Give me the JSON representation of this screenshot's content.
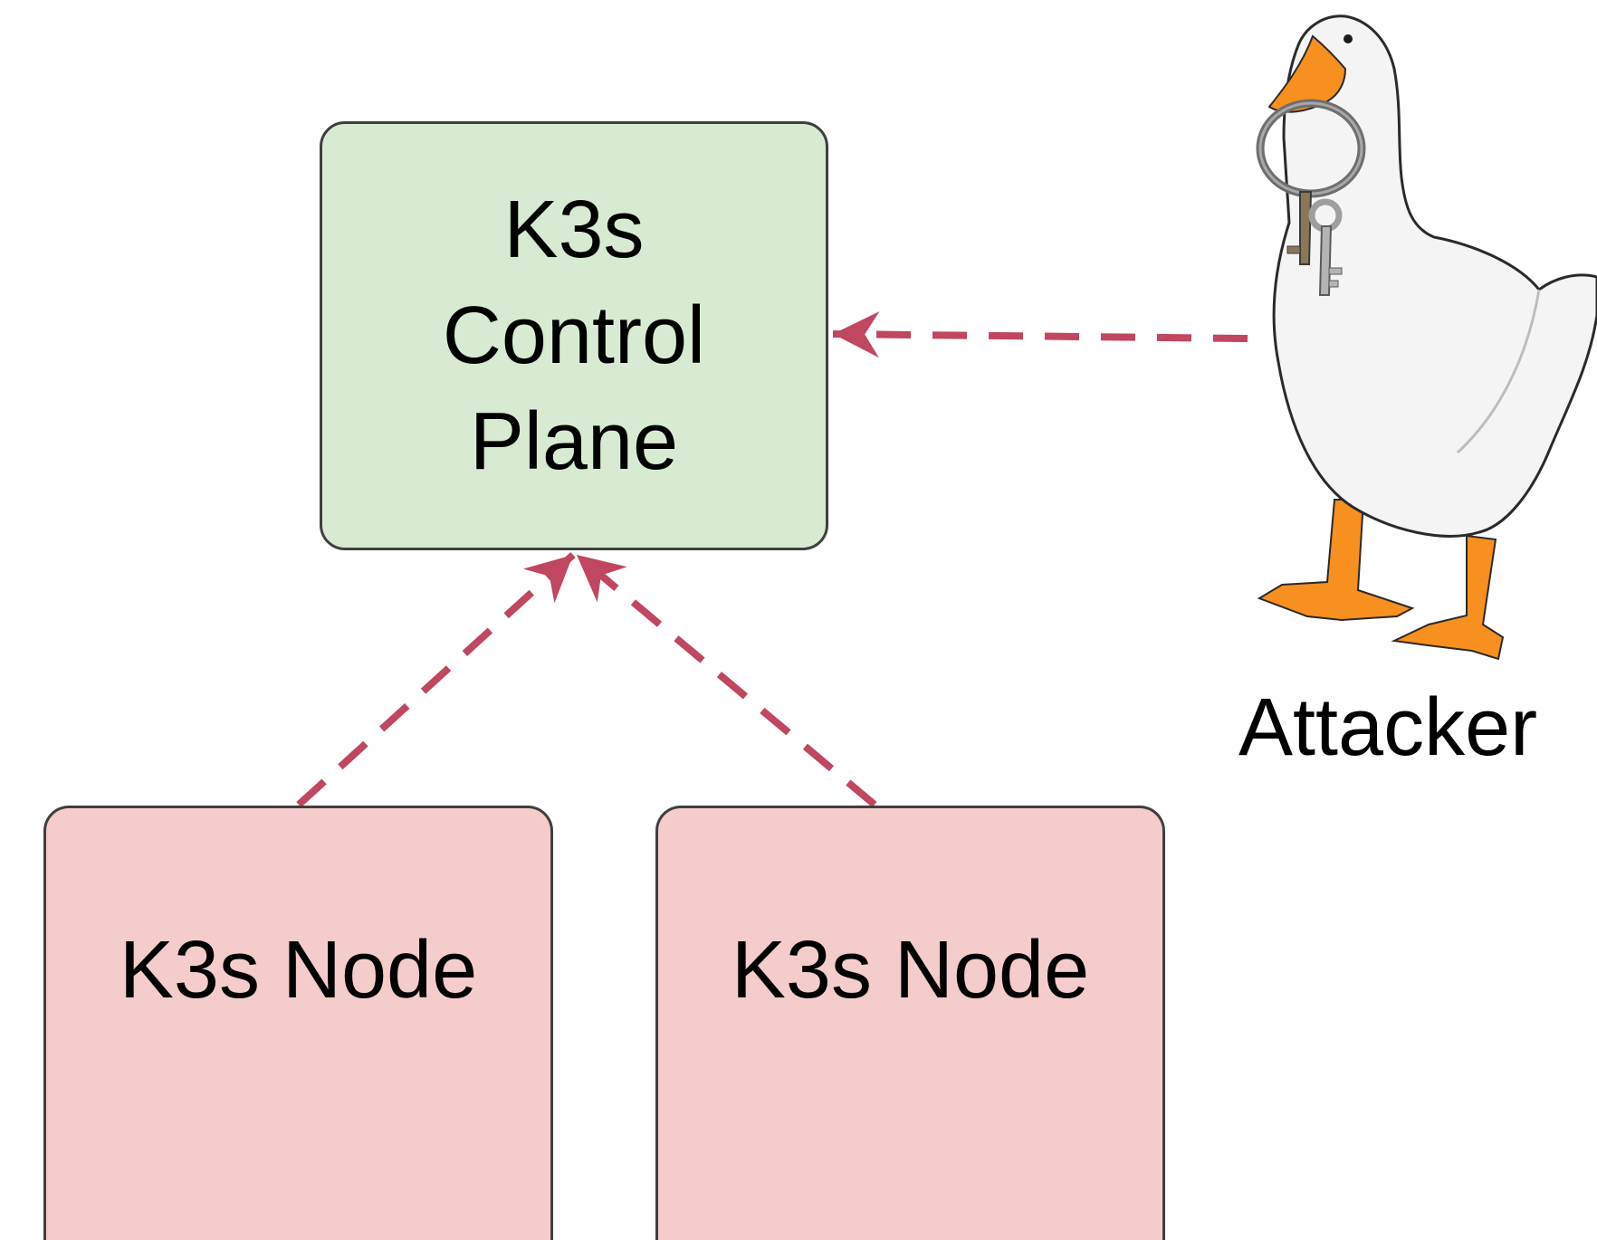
{
  "diagram": {
    "control_plane": {
      "label": "K3s\nControl\nPlane",
      "fill": "#d9ead3"
    },
    "nodes": [
      {
        "label": "K3s Node",
        "fill": "#f4cccc"
      },
      {
        "label": "K3s Node",
        "fill": "#f4cccc"
      }
    ],
    "attacker": {
      "label": "Attacker",
      "icon": "goose-with-keys-icon"
    },
    "connector_color": "#c0475f",
    "connector_style": "dashed"
  }
}
